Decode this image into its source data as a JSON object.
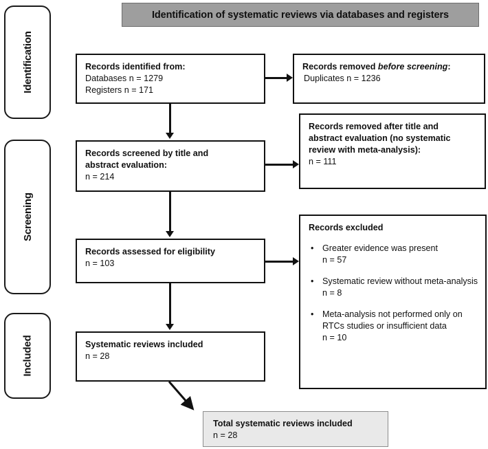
{
  "header": {
    "title": "Identification of systematic reviews via databases and registers"
  },
  "stages": [
    {
      "id": "identification",
      "label": "Identification"
    },
    {
      "id": "screening",
      "label": "Screening"
    },
    {
      "id": "included",
      "label": "Included"
    }
  ],
  "boxes": {
    "identified": {
      "title": "Records identified from:",
      "line1": "Databases n = 1279",
      "line2": "Registers n = 171"
    },
    "removed_before": {
      "title_a": "Records removed ",
      "title_b": "before screening",
      "title_c": ":",
      "line1": "Duplicates n = 1236"
    },
    "screened": {
      "title_line1": "Records screened by title and",
      "title_line2": "abstract evaluation:",
      "count": "n = 214"
    },
    "removed_after": {
      "title_line1": "Records removed after title and",
      "title_line2": "abstract evaluation (no systematic",
      "title_line3": " review with meta-analysis):",
      "count": "n = 111"
    },
    "eligibility": {
      "title": "Records assessed for eligibility",
      "count": "n = 103"
    },
    "excluded": {
      "title": "Records excluded",
      "bullet_marker": "•",
      "items": [
        {
          "text": "Greater evidence was present",
          "count": "n = 57"
        },
        {
          "text": " Systematic review without meta-analysis",
          "count": "n = 8"
        },
        {
          "text": "Meta-analysis not performed only on RTCs studies or insufficient data",
          "count": "n =  10"
        }
      ]
    },
    "included": {
      "title": "Systematic reviews included",
      "count": "n = 28"
    },
    "total": {
      "title": "Total systematic reviews included",
      "count": "n = 28"
    }
  },
  "colors": {
    "header_fill": "#9e9e9e",
    "header_border": "#6d6d6d",
    "box_border": "#111111",
    "total_fill": "#e9e9e9",
    "total_border": "#8c8c8c",
    "connector": "#111111",
    "background": "#ffffff"
  }
}
